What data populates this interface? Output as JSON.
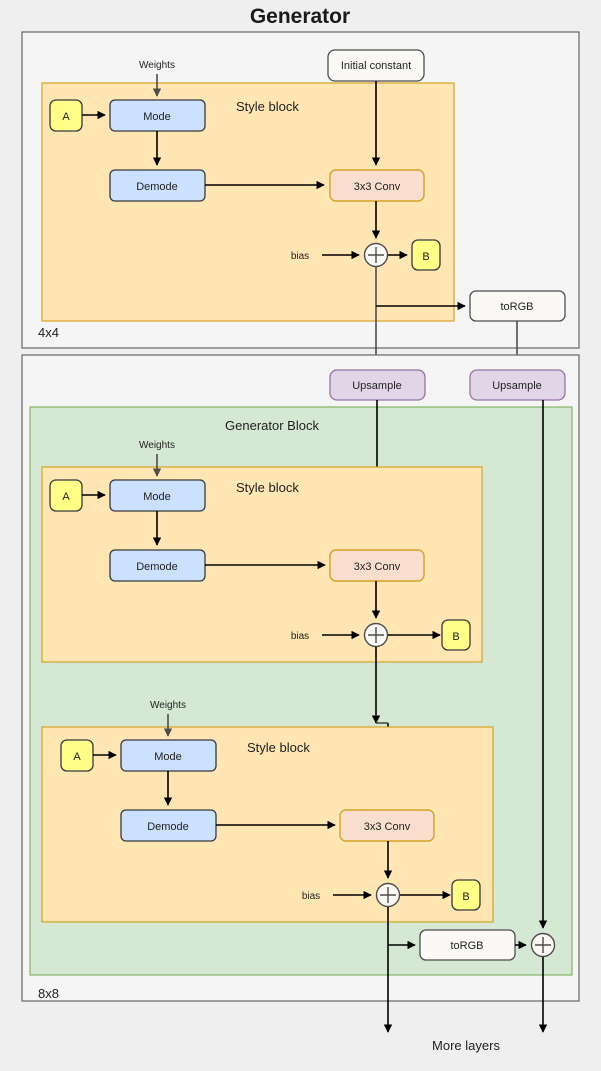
{
  "page": {
    "title": "Generator",
    "background_color": "#efefef"
  },
  "colors": {
    "panel_fill": "#f5f5f5",
    "panel_stroke": "#666666",
    "style_block_fill": "#ffe6b3",
    "style_block_stroke": "#d6a327",
    "generator_block_fill": "#d5e8d4",
    "generator_block_stroke": "#82b366",
    "blue_fill": "#cce0ff",
    "blue_stroke": "#36393d",
    "yellow_fill": "#ffff88",
    "yellow_stroke": "#36393d",
    "conv_fill": "#fadfce",
    "conv_stroke": "#d6a327",
    "white_fill": "#faf9f5",
    "white_stroke": "#4d4d4d",
    "purple_fill": "#e1d5e7",
    "purple_stroke": "#9673a6",
    "edge_color": "#000000",
    "edge_grey": "#4d4d4d"
  },
  "panels": [
    {
      "name": "resolution-panel-4x4",
      "resolution_label": "4x4"
    },
    {
      "name": "resolution-panel-8x8",
      "resolution_label": "8x8"
    }
  ],
  "generator_block": {
    "label": "Generator Block"
  },
  "style_blocks": [
    {
      "id": "style-block-1",
      "title": "Style block",
      "weights_label": "Weights",
      "a_label": "A",
      "mod_label": "Mode",
      "demod_label": "Demode",
      "conv_label": "3x3 Conv",
      "bias_label": "bias",
      "b_label": "B"
    },
    {
      "id": "style-block-2",
      "title": "Style block",
      "weights_label": "Weights",
      "a_label": "A",
      "mod_label": "Mode",
      "demod_label": "Demode",
      "conv_label": "3x3 Conv",
      "bias_label": "bias",
      "b_label": "B"
    },
    {
      "id": "style-block-3",
      "title": "Style block",
      "weights_label": "Weights",
      "a_label": "A",
      "mod_label": "Mode",
      "demod_label": "Demode",
      "conv_label": "3x3 Conv",
      "bias_label": "bias",
      "b_label": "B"
    }
  ],
  "nodes": {
    "initial_constant": "Initial constant",
    "torgb_top": "toRGB",
    "torgb_bottom": "toRGB",
    "upsample_left": "Upsample",
    "upsample_right": "Upsample",
    "more_layers": "More layers"
  }
}
